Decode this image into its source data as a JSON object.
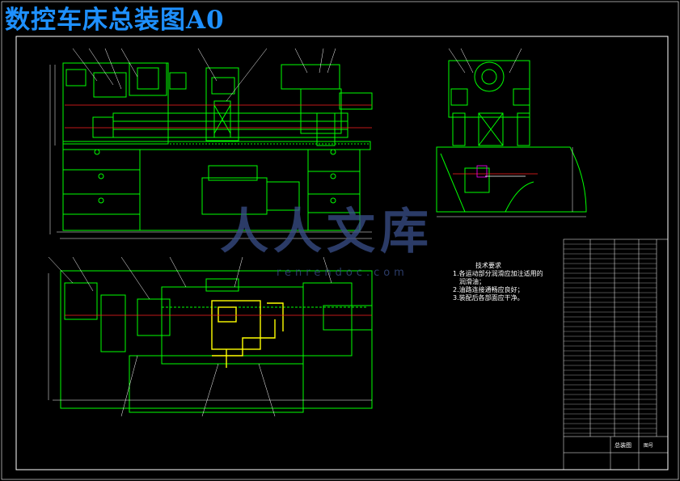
{
  "title": "数控车床总装图A0",
  "tech_requirements": {
    "heading": "技术要求",
    "items": [
      "1.各运动部分润滑应加注适用的",
      "润滑油；",
      "2.油路连接通畅应良好；",
      "3.装配后各部面应干净。"
    ]
  },
  "watermark": {
    "text": "人人文库",
    "url": "renrendoc.com"
  },
  "title_block": {
    "name": "总装图",
    "code": "图号"
  },
  "colors": {
    "background": "#000000",
    "frame": "#ffffff",
    "drawing": "#00ff00",
    "centerline": "#ff2020",
    "hydraulic": "#ffff00",
    "title": "#1e90ff",
    "accent": "#ff00ff",
    "dims": "#ffffff"
  }
}
